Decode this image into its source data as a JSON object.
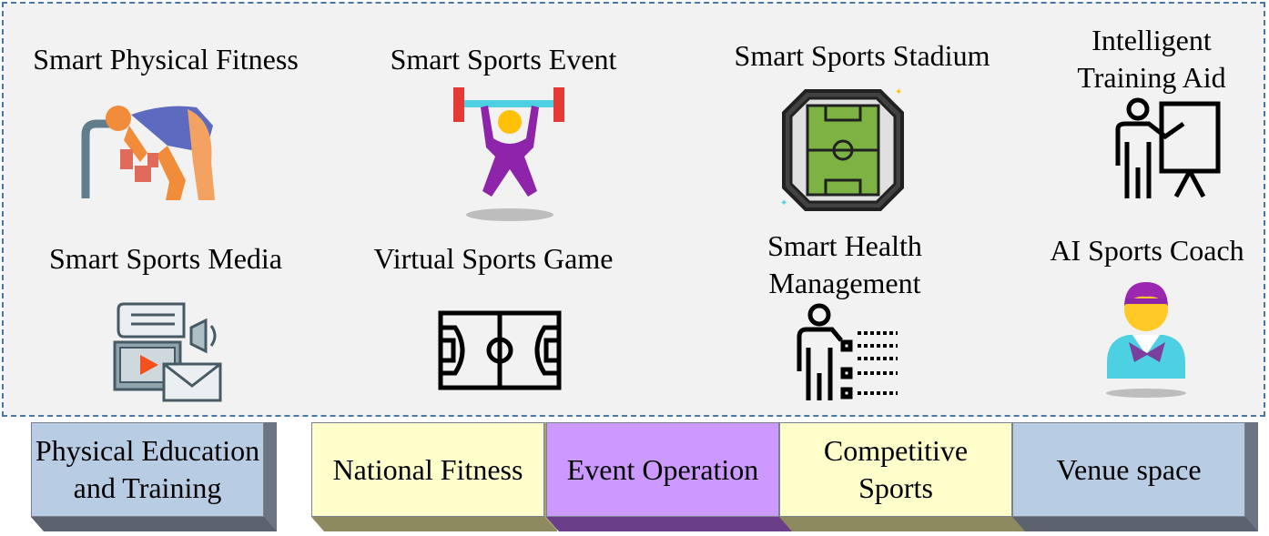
{
  "categories": [
    {
      "title": "Smart Physical Fitness",
      "icon": "exercise-icon"
    },
    {
      "title": "Smart Sports Event",
      "icon": "weightlifter-icon"
    },
    {
      "title": "Smart Sports Stadium",
      "icon": "stadium-icon"
    },
    {
      "title_line1": "Intelligent",
      "title_line2": "Training Aid",
      "icon": "presenter-board-icon"
    },
    {
      "title": "Smart Sports Media",
      "icon": "media-icon"
    },
    {
      "title": "Virtual Sports Game",
      "icon": "basketball-court-icon"
    },
    {
      "title_line1": "Smart Health",
      "title_line2": "Management",
      "icon": "health-checklist-icon"
    },
    {
      "title": "AI Sports Coach",
      "icon": "coach-avatar-icon"
    }
  ],
  "fields": [
    {
      "line1": "Physical Education",
      "line2": "and Training",
      "color": "#b8cce4"
    },
    {
      "line1": "National Fitness",
      "color": "#ffffcc"
    },
    {
      "line1": "Event Operation",
      "color": "#cc99ff"
    },
    {
      "line1": "Competitive",
      "line2": "Sports",
      "color": "#ffffcc"
    },
    {
      "line1": "Venue space",
      "color": "#b8cce4"
    }
  ]
}
